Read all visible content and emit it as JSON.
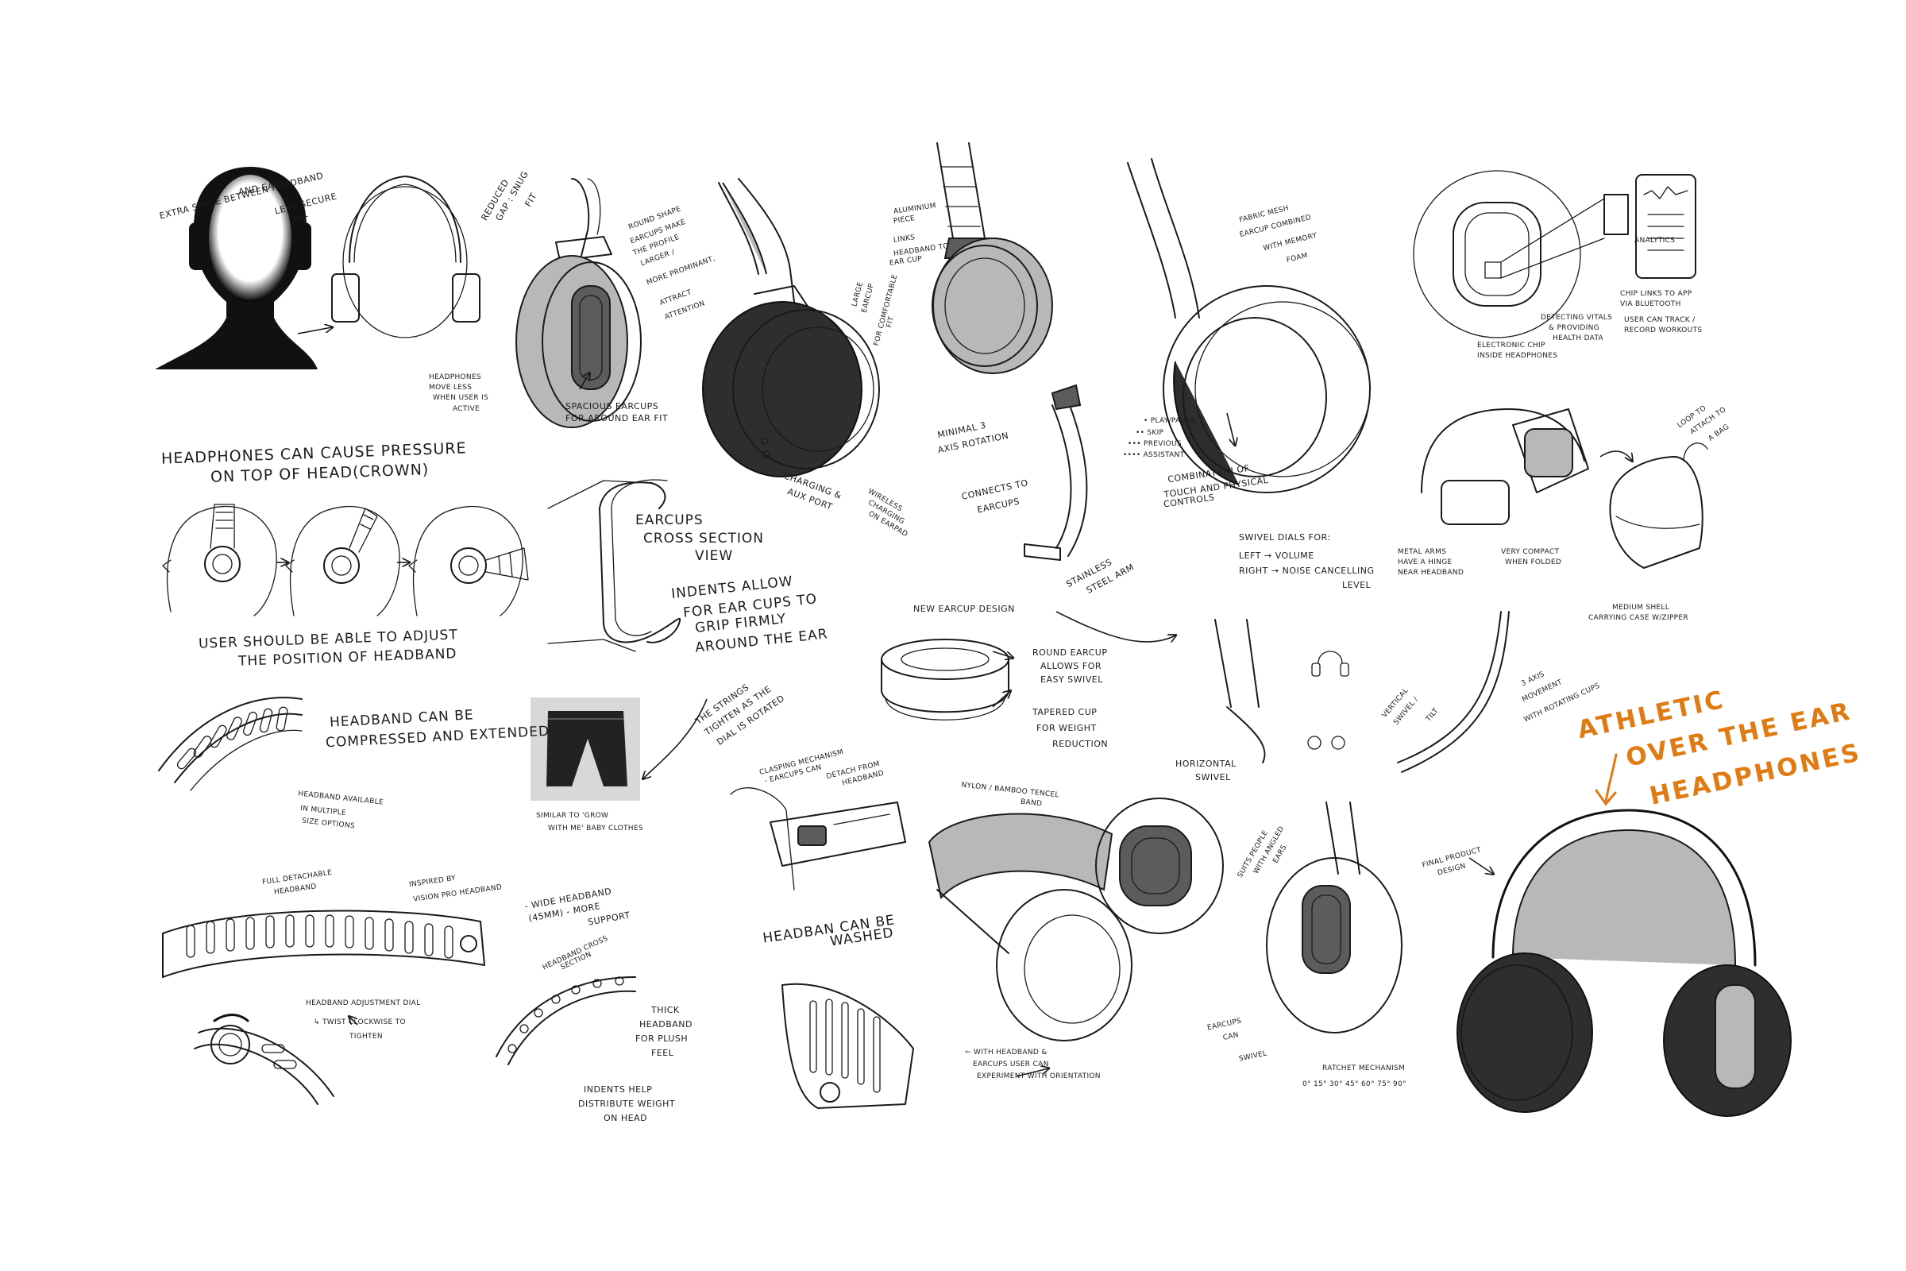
{
  "sheet_title": [
    "ATHLETIC",
    "OVER THE EAR",
    "HEADPHONES"
  ],
  "accent_color": "#e07b14",
  "ink_color": "#1a1a1a",
  "notes": {
    "extra_space": "EXTRA SPACE BETWEEN HEADBAND",
    "and_ears": "AND EARS",
    "less_secure": "LESS SECURE",
    "fit1": "FIT",
    "reduced": "REDUCED",
    "gap_snug": "GAP : SNUG",
    "fit2": "FIT",
    "headphones_move": "HEADPHONES",
    "move_less": "MOVE LESS",
    "when_user": "WHEN USER IS",
    "active": "ACTIVE",
    "round_shape": "ROUND SHAPE",
    "earcups_make": "EARCUPS MAKE",
    "the_profile": "THE PROFILE",
    "larger": "LARGER /",
    "more_prominant": "MORE PROMINANT,",
    "attract": "ATTRACT",
    "attention": "ATTENTION",
    "spacious": "SPACIOUS EARCUPS",
    "for_around": "FOR AROUND EAR FIT",
    "aluminium": "ALUMINIUM",
    "piece": "PIECE",
    "links": "LINKS",
    "headband_to": "HEADBAND TO",
    "ear_cup": "EAR CUP",
    "large": "LARGE",
    "earcup": "EARCUP",
    "for_comfortable": "FOR COMFORTABLE",
    "fit3": "FIT",
    "charging": "CHARGING &",
    "aux_port": "AUX PORT",
    "wireless": "WIRELESS",
    "charging_on": "CHARGING",
    "on_earpad": "ON EARPAD",
    "fabric_mesh": "FABRIC MESH",
    "earcup_combined": "EARCUP COMBINED",
    "with_memory": "WITH MEMORY",
    "foam": "FOAM",
    "play_pause": "• PLAY/PAUSE",
    "skip": "•• SKIP",
    "previous": "••• PREVIOUS",
    "assistant": "•••• ASSISTANT",
    "combination": "COMBINATION OF",
    "touch_and": "TOUCH AND PHYSICAL",
    "controls": "CONTROLS",
    "swivel_dials": "SWIVEL DIALS FOR:",
    "left_volume": "LEFT → VOLUME",
    "right_noise": "RIGHT → NOISE CANCELLING",
    "level": "LEVEL",
    "electronic_chip": "ELECTRONIC CHIP",
    "inside_headphones": "INSIDE HEADPHONES",
    "detecting_vitals": "DETECTING VITALS",
    "providing": "& PROVIDING",
    "health_data": "HEALTH DATA",
    "chip_links": "CHIP LINKS TO APP",
    "via_bluetooth": "VIA BLUETOOTH",
    "user_can_track": "USER CAN TRACK /",
    "record_workouts": "RECORD WORKOUTS",
    "analytics": "ANALYTICS",
    "loop_to_attach": "LOOP TO",
    "attach_to": "ATTACH TO",
    "a_bag": "A BAG",
    "metal_arms": "METAL ARMS",
    "have_a_hinge": "HAVE A HINGE",
    "near_headband": "NEAR HEADBAND",
    "very_compact": "VERY COMPACT",
    "when_folded": "WHEN FOLDED",
    "medium_shell": "MEDIUM SHELL",
    "carrying_case": "CARRYING CASE W/ZIPPER",
    "headphones_can_cause": "HEADPHONES CAN CAUSE PRESSURE",
    "on_top_of_head": "ON TOP OF HEAD(CROWN)",
    "user_should": "USER SHOULD BE ABLE TO ADJUST",
    "the_position": "THE POSITION OF HEADBAND",
    "earcups_cross": "EARCUPS",
    "cross_section": "CROSS SECTION",
    "view": "VIEW",
    "indents_allow": "INDENTS ALLOW",
    "for_ear_cups": "FOR EAR CUPS TO",
    "grip_firmly": "GRIP FIRMLY",
    "around_the_ear": "AROUND THE EAR",
    "minimal_3": "MINIMAL 3",
    "axis_rotation": "AXIS ROTATION",
    "connects_to": "CONNECTS TO",
    "earcups_c": "EARCUPS",
    "stainless": "STAINLESS",
    "steel_arm": "STEEL ARM",
    "new_earcup": "NEW EARCUP DESIGN",
    "round_earcup": "ROUND EARCUP",
    "allows_for": "ALLOWS FOR",
    "easy_swivel": "EASY SWIVEL",
    "tapered_cup": "TAPERED CUP",
    "for_weight": "FOR WEIGHT",
    "reduction": "REDUCTION",
    "horizontal": "HORIZONTAL",
    "swivel_h": "SWIVEL",
    "vertical": "VERTICAL",
    "swivel_v": "SWIVEL /",
    "tilt": "TILT",
    "three_axis": "3 AXIS",
    "movement": "MOVEMENT",
    "with_rotating": "WITH ROTATING CUPS",
    "headband_can_be": "HEADBAND CAN BE",
    "compressed": "COMPRESSED AND EXTENDED",
    "headband_available": "HEADBAND AVAILABLE",
    "in_multiple": "IN MULTIPLE",
    "size_options": "SIZE OPTIONS",
    "the_strings": "THE STRINGS",
    "tighten_as": "TIGHTEN AS THE",
    "dial_is_rotated": "DIAL IS ROTATED",
    "similar_to": "SIMILAR TO 'GROW",
    "with_me": "WITH ME' BABY CLOTHES",
    "clasping": "CLASPING MECHANISM",
    "earcups_can_detach": "- EARCUPS CAN",
    "detach_from": "DETACH FROM",
    "headband_c": "HEADBAND",
    "nylon_bamboo": "NYLON / BAMBOO TENCEL",
    "band": "BAND",
    "suits_people": "SUITS PEOPLE",
    "with_angled": "WITH ANGLED",
    "ears": "EARS",
    "final_product": "FINAL PRODUCT",
    "design": "DESIGN",
    "full_detachable": "FULL DETACHABLE",
    "headband_f": "HEADBAND",
    "inspired_by": "INSPIRED BY",
    "vision_pro": "VISION PRO HEADBAND",
    "wide_headband": "- WIDE HEADBAND",
    "mm_more": "(45mm) - MORE",
    "support": "SUPPORT",
    "headband_cross": "HEADBAND CROSS",
    "section": "SECTION",
    "thick": "THICK",
    "headband_t": "HEADBAND",
    "for_plush": "FOR PLUSH",
    "feel": "FEEL",
    "indents_help": "INDENTS HELP",
    "distribute_weight": "DISTRIBUTE WEIGHT",
    "on_head": "ON HEAD",
    "headband_can_be_washed": "HEADBAN CAN BE",
    "washed": "WASHED",
    "headband_adjustment": "HEADBAND ADJUSTMENT DIAL",
    "twist_clockwise": "↳ TWIST CLOCKWISE TO",
    "tighten": "TIGHTEN",
    "with_headband": "↼ WITH HEADBAND &",
    "earcups_user": "EARCUPS USER CAN",
    "experiment": "EXPERIMENT WITH ORIENTATION",
    "earcups_can_swivel": "EARCUPS",
    "can": "CAN",
    "swivel": "SWIVEL",
    "ratchet": "RATCHET MECHANISM",
    "angles": "0° 15° 30° 45° 60° 75° 90°"
  }
}
